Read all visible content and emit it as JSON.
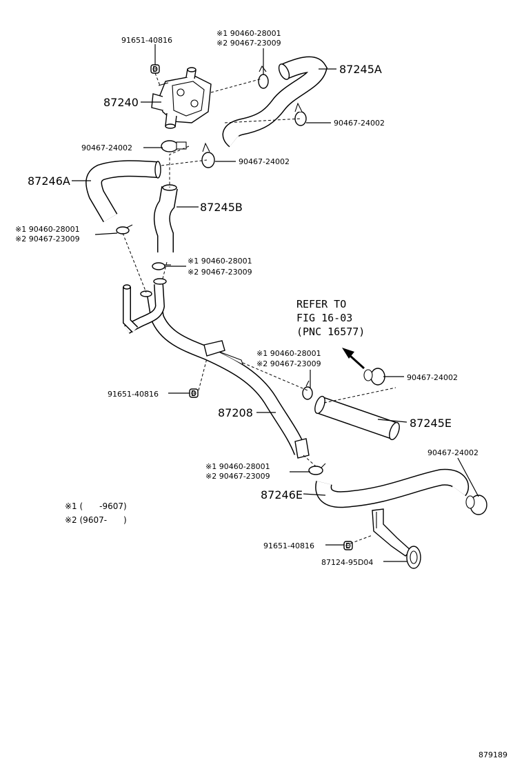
{
  "labels": {
    "p_91651_top": "91651-40816",
    "clamp_top_1": "※1 90460-28001",
    "clamp_top_2": "※2 90467-23009",
    "p_87245A": "87245A",
    "p_87240": "87240",
    "p_90467_right1": "90467-24002",
    "p_90467_left": "90467-24002",
    "p_90467_mid": "90467-24002",
    "p_87246A": "87246A",
    "p_87245B": "87245B",
    "clamp_left_1": "※1 90460-28001",
    "clamp_left_2": "※2 90467-23009",
    "clamp_mid_1": "※1 90460-28001",
    "clamp_mid_2": "※2 90467-23009",
    "refer_line1": "REFER TO",
    "refer_line2": "FIG 16-03",
    "refer_line3": "(PNC 16577)",
    "clamp_right_1": "※1 90460-28001",
    "clamp_right_2": "※2 90467-23009",
    "p_90467_right2": "90467-24002",
    "p_91651_mid": "91651-40816",
    "p_87208": "87208",
    "p_87245E": "87245E",
    "p_90467_right3": "90467-24002",
    "clamp_bot_1": "※1 90460-28001",
    "clamp_bot_2": "※2 90467-23009",
    "p_87246E": "87246E",
    "p_91651_bot": "91651-40816",
    "p_87124": "87124-95D04",
    "note_1": "※1 (　　-9607)",
    "note_2": "※2 (9607-　　)",
    "diagram_id": "879189"
  }
}
